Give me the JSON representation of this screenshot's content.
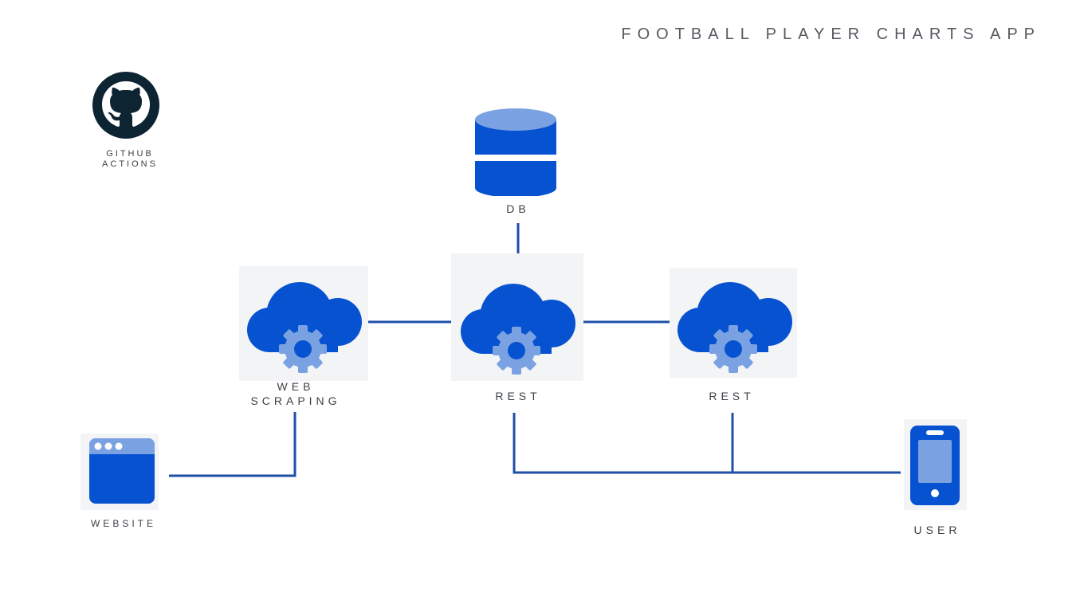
{
  "header": {
    "title": "FOOTBALL PLAYER CHARTS APP"
  },
  "nodes": {
    "github": {
      "label_line1": "GITHUB",
      "label_line2": "ACTIONS",
      "icon": "github-icon"
    },
    "db": {
      "label": "DB",
      "icon": "database-icon"
    },
    "web_scraping": {
      "label_line1": "WEB",
      "label_line2": "SCRAPING",
      "icon": "cloud-gear-icon"
    },
    "rest_1": {
      "label": "REST",
      "icon": "cloud-gear-icon"
    },
    "rest_2": {
      "label": "REST",
      "icon": "cloud-gear-icon"
    },
    "website": {
      "label": "WEBSITE",
      "icon": "browser-window-icon"
    },
    "user": {
      "label": "USER",
      "icon": "smartphone-icon"
    }
  },
  "edges": [
    {
      "from": "db",
      "to": "rest_1"
    },
    {
      "from": "web_scraping",
      "to": "rest_1"
    },
    {
      "from": "rest_1",
      "to": "rest_2"
    },
    {
      "from": "website",
      "to": "web_scraping"
    },
    {
      "from": "rest_1",
      "to": "user"
    },
    {
      "from": "rest_2",
      "to": "user"
    }
  ],
  "colors": {
    "line": "#1f4fa8",
    "primary": "#0652d0",
    "light": "#7aa2e2",
    "dark": "#0d2433"
  }
}
